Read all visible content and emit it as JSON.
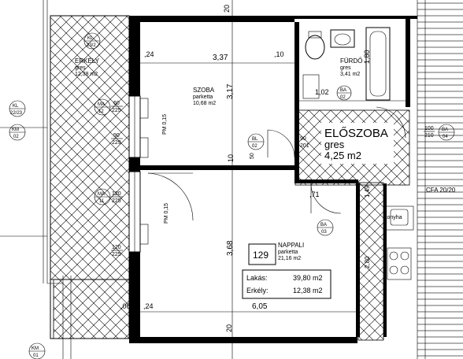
{
  "rooms": {
    "erkely": {
      "name": "ERKÉLY",
      "floor": "gres",
      "area": "12,38 m2"
    },
    "szoba": {
      "name": "SZOBA",
      "floor": "parketta",
      "area": "10,68 m2"
    },
    "furdo": {
      "name": "FÜRDŐ",
      "floor": "gres",
      "area": "3,41 m2"
    },
    "eloszoba": {
      "name": "ELŐSZOBA",
      "floor": "gres",
      "area": "4,25 m2"
    },
    "nappali": {
      "name": "NAPPALI",
      "floor": "parketta",
      "area": "21,16 m2"
    }
  },
  "unit": {
    "number": "129",
    "lakas_label": "Lakás:",
    "lakas_value": "39,80 m2",
    "erkely_label": "Erkély:",
    "erkely_value": "12,38 m2"
  },
  "dimensions": {
    "top_20": "20",
    "szoba_width": "3,37",
    "szoba_left": ",24",
    "szoba_right": ",10",
    "szoba_height": "3,17",
    "mid_10": "10",
    "nappali_height": "3,68",
    "nappali_width": "6,05",
    "bottom_left_06": ",06",
    "bottom_24": ",24",
    "bottom_20": "20",
    "bath_180": "1,80",
    "bath_102": "1,02",
    "eloszoba_71": ",71",
    "wall_149": "1,49",
    "wall_280": "2,80",
    "small_50": "50"
  },
  "tags": {
    "kl_23_2": {
      "top": "KL",
      "bottom": "23/2"
    },
    "kl_22_23": {
      "top": "KL",
      "bottom": "22/23"
    },
    "km_02": {
      "top": "KM",
      "bottom": "02"
    },
    "ma_12": {
      "top": "MA",
      "bottom": "12"
    },
    "ma_11": {
      "top": "MA",
      "bottom": "11"
    },
    "ba_03": {
      "top": "BA",
      "bottom": "03"
    },
    "ba_04": {
      "top": "BA",
      "bottom": "04"
    },
    "ba_02": {
      "top": "BA",
      "bottom": "02"
    },
    "bl_02": {
      "top": "BL",
      "bottom": "02"
    },
    "km_01": {
      "top": "KM",
      "bottom": "01"
    }
  },
  "openings": {
    "win_60_225": {
      "w": "60",
      "h": "225"
    },
    "win_90_229": {
      "w": "90",
      "h": "229"
    },
    "win_120_225a": {
      "w": "120",
      "h": "225"
    },
    "win_120_225b": {
      "w": "120",
      "h": "225"
    },
    "door_100_210": {
      "w": "100",
      "h": "210"
    },
    "door_90_201": {
      "w": "90",
      "h": "201"
    },
    "pm_015_a": "PM 0,15",
    "pm_015_b": "PM 0,15"
  },
  "labels": {
    "cfa": "CFA 20/20",
    "konyha": "konyha"
  }
}
